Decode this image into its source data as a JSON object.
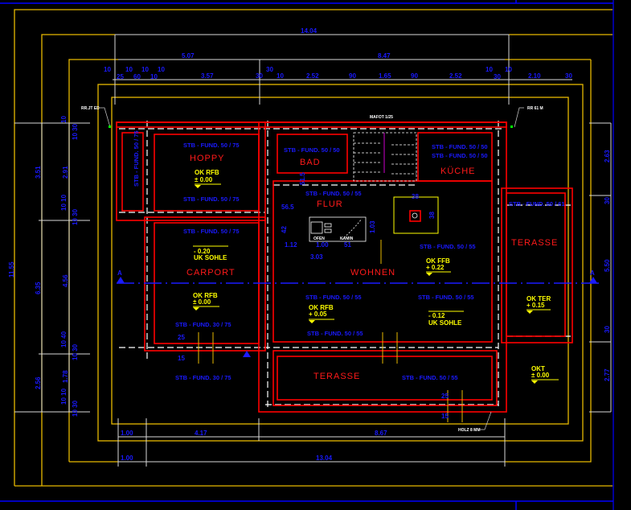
{
  "colors": {
    "background": "#000000",
    "walls": "#ff0000",
    "dimensions": "#1a1aff",
    "levels": "#ffff00",
    "frames": "#e6b800",
    "foundation": "#ffffff"
  },
  "rooms": {
    "hoppy": "HOPPY",
    "bad": "BAD",
    "flur": "FLUR",
    "kueche": "KÜCHE",
    "carport": "CARPORT",
    "wohnen": "WOHNEN",
    "terasse_right": "TERASSE",
    "terasse_bottom": "TERASSE"
  },
  "foundations": {
    "hoppy_top": "STB - FUND. 50 / 75",
    "hoppy_bottom": "STB - FUND. 50 / 75",
    "strip_vertical": "STB - FUND. 50 / 75",
    "carport_top": "STB - FUND. 50 / 75",
    "carport_bottom": "STB - FUND. 30 / 75",
    "outside_bottom": "STB - FUND. 30 / 75",
    "bad": "STB - FUND. 50 / 50",
    "flur": "STB - FUND. 50 / 55",
    "kueche_1": "STB - FUND. 50 / 50",
    "kueche_2": "STB - FUND. 50 / 50",
    "terasse_right": "STB - FUND. 50 / 61",
    "wohnen_right_top": "STB - FUND. 50 / 55",
    "wohnen_mid": "STB - FUND. 50 / 55",
    "wohnen_right_mid": "STB - FUND. 50 / 55",
    "wohnen_bottom": "STB - FUND. 50 / 55",
    "terasse_bottom": "STB - FUND. 50 / 55"
  },
  "levels": {
    "hoppy": [
      "OK RFB",
      "± 0.00"
    ],
    "carport_sohle": [
      "- 0.20",
      "UK SOHLE"
    ],
    "carport": [
      "OK RFB",
      "± 0.00"
    ],
    "wohnen": [
      "OK RFB",
      "+ 0.05"
    ],
    "wohnen_ffb": [
      "OK FFB",
      "+ 0.22"
    ],
    "wohnen_sohle": [
      "- 0.12",
      "UK SOHLE"
    ],
    "terasse": [
      "OK TER",
      "+ 0.15"
    ],
    "okt": [
      "OKT",
      "± 0.00"
    ]
  },
  "dimensions": {
    "top_total": "14.04",
    "top_left": "5.07",
    "top_right": "8.47",
    "top_detail": [
      "10",
      "25",
      "10",
      "60",
      "10",
      "10",
      "10",
      "3.57",
      "30",
      "30",
      "10",
      "2.52",
      "90",
      "1.65",
      "90",
      "2.52",
      "10",
      "30",
      "10",
      "2.10",
      "30"
    ],
    "left_total": "11.55",
    "left_outer": [
      "3.51",
      "6.35",
      "2.56"
    ],
    "left_inner": [
      "10",
      "10 30",
      "2.91",
      "10 10",
      "10 30",
      "4.56",
      "10 40",
      "10 30",
      "1.78",
      "10 10",
      "10 30"
    ],
    "right": [
      "2.63",
      "30",
      "5.50",
      "30",
      "2.77"
    ],
    "bottom_row1": [
      "1.00",
      "4.17",
      "8.67"
    ],
    "bottom_row2": [
      "1.00",
      "13.04"
    ],
    "interior": [
      "51.5",
      "56.5",
      "42",
      "1.12",
      "1.00",
      "51",
      "3.03",
      "1.03",
      "38",
      "38",
      "25",
      "15",
      "25",
      "15"
    ],
    "ofen": "OFEN",
    "kamin": "KAMIN"
  },
  "section_marker": "A",
  "notes": {
    "left_top": "RR.JT ED",
    "right_top": "RR 61 M",
    "stair": "MAFOT 1/25",
    "bottom_right": "HOLZ 8 MM"
  }
}
